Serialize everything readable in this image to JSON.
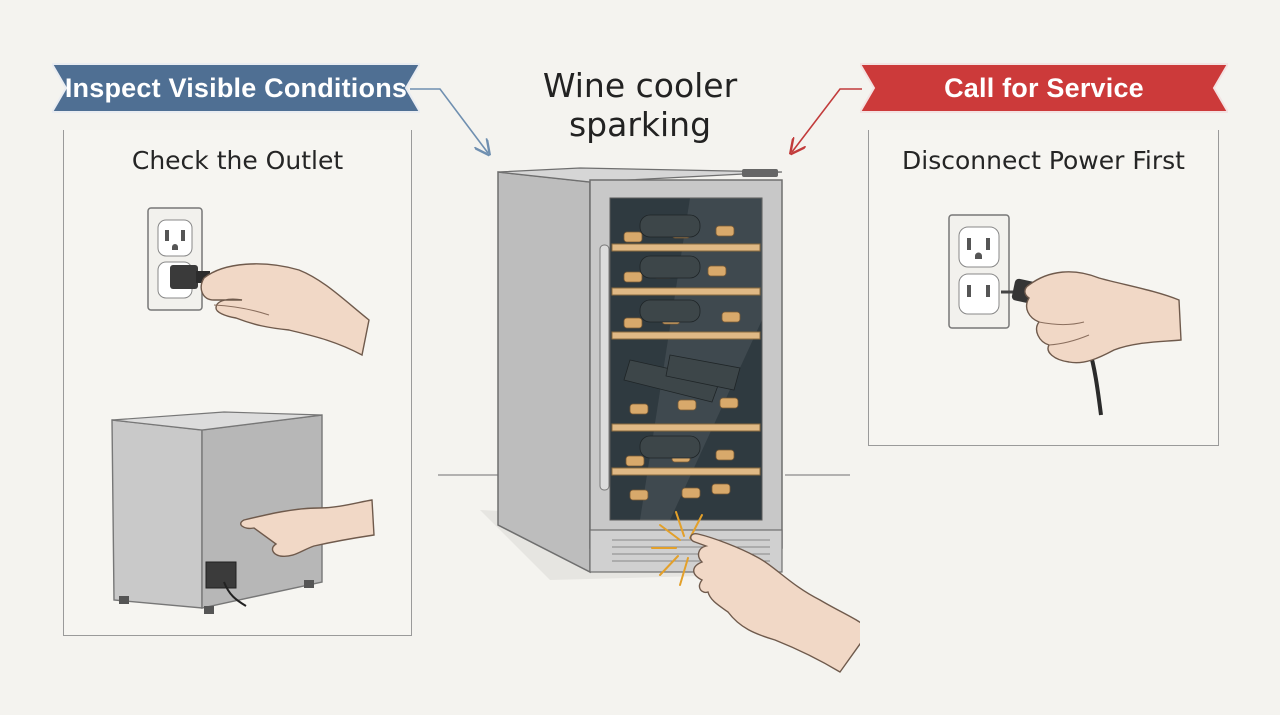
{
  "title": "Wine cooler sparking",
  "left_section": {
    "banner_label": "Inspect Visible Conditions",
    "panel_title": "Check the Outlet",
    "color": "#4f6f93"
  },
  "right_section": {
    "banner_label": "Call for Service",
    "panel_title": "Disconnect Power First",
    "color": "#cc3a3a"
  }
}
